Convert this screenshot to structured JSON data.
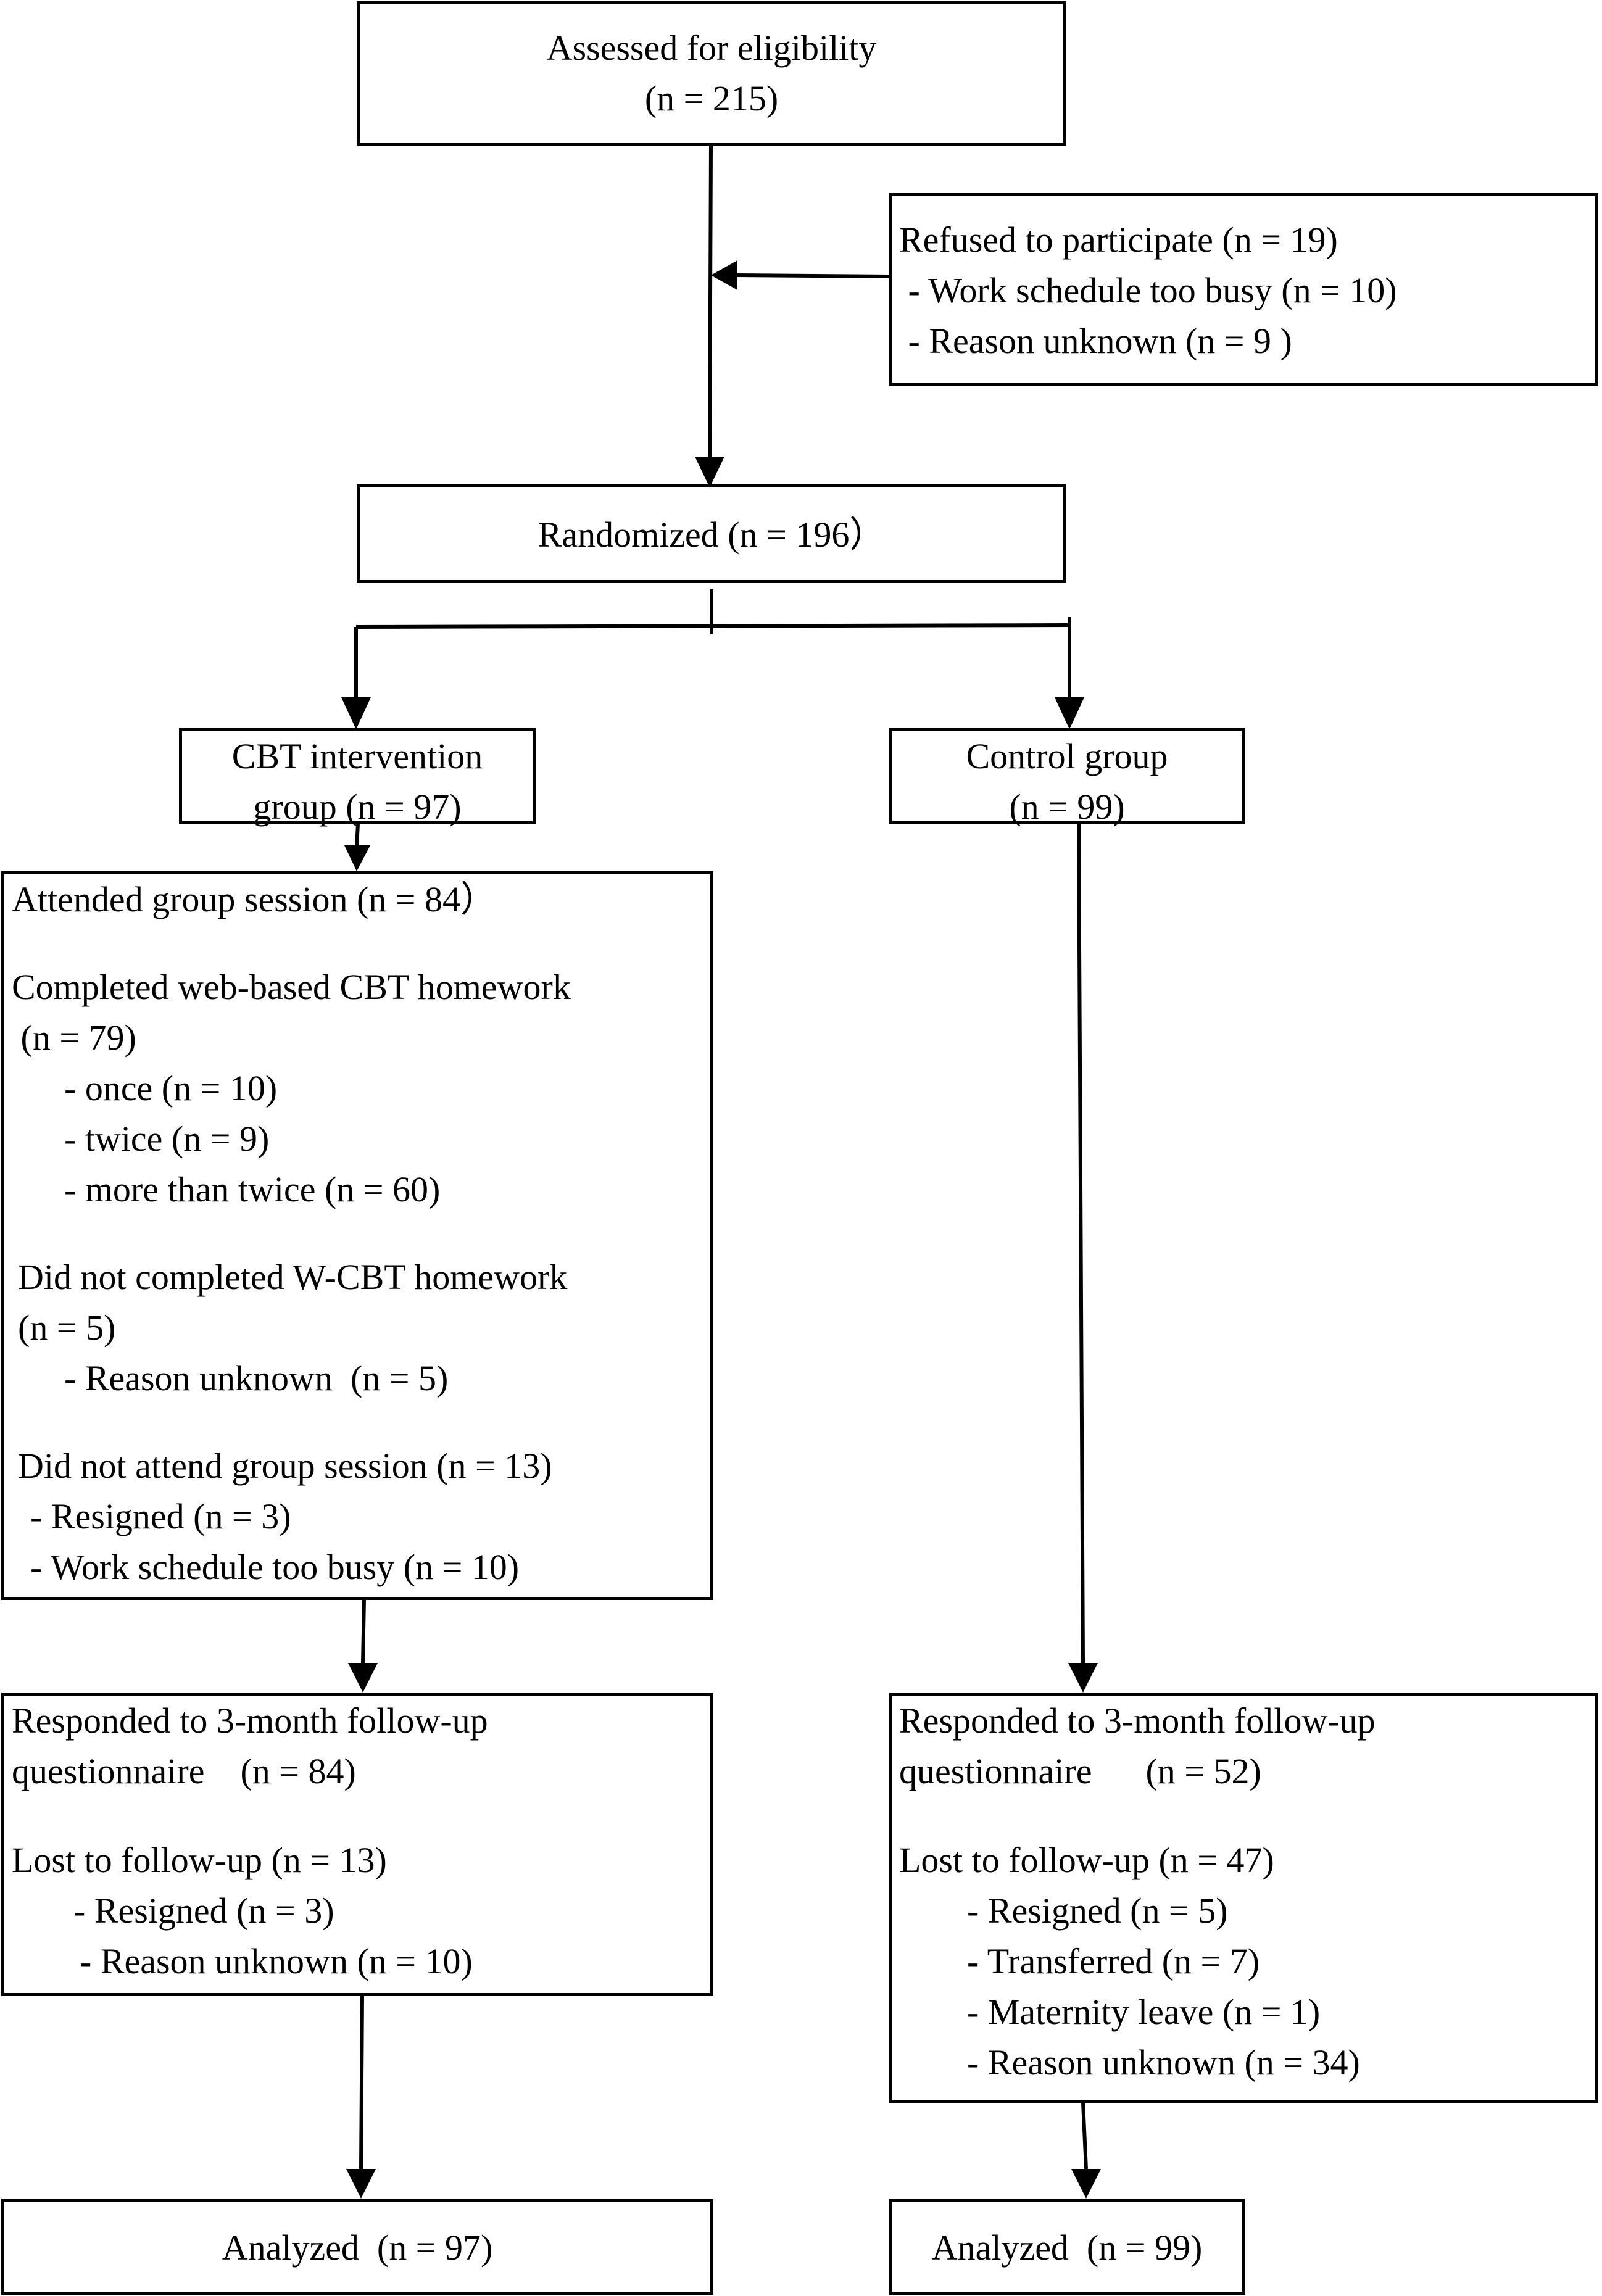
{
  "diagram": {
    "assessed": {
      "line1": "Assessed for eligibility",
      "line2": "(n = 215)"
    },
    "refused": {
      "title": "Refused to participate (n = 19)",
      "items": [
        " - Work schedule too busy (n = 10)",
        " - Reason unknown (n = 9 )"
      ]
    },
    "randomized": {
      "label": "Randomized (n = 196）"
    },
    "cbt_group": {
      "line1": "CBT intervention",
      "line2": "group (n = 97)"
    },
    "control_group": {
      "line1": "Control group",
      "line2": "(n = 99)"
    },
    "cbt_details": {
      "attended": "Attended group session (n = 84）",
      "completed_title": "Completed web-based CBT homework",
      "completed_n": " (n = 79)",
      "completed_items": [
        "- once (n = 10)",
        "- twice (n = 9)",
        "- more than twice (n = 60)"
      ],
      "not_completed_title": "Did not completed W-CBT homework",
      "not_completed_n": "(n = 5)",
      "not_completed_items": [
        "- Reason unknown  (n = 5)"
      ],
      "not_attended_title": "Did not attend group session (n = 13)",
      "not_attended_items": [
        "- Resigned (n = 3)",
        "- Work schedule too busy (n = 10)"
      ]
    },
    "cbt_followup": {
      "line1": "Responded to 3-month follow-up",
      "line2": "questionnaire    (n = 84)",
      "lost": "Lost to follow-up (n = 13)",
      "items": [
        "- Resigned (n = 3)",
        "- Reason unknown (n = 10)"
      ]
    },
    "control_followup": {
      "line1": "Responded to 3-month follow-up",
      "line2": "questionnaire      (n = 52)",
      "lost": "Lost to follow-up (n = 47)",
      "items": [
        "- Resigned (n = 5)",
        "- Transferred (n = 7)",
        "- Maternity leave (n = 1)",
        "- Reason unknown (n = 34)"
      ]
    },
    "cbt_analyzed": {
      "label": "Analyzed  (n = 97)"
    },
    "control_analyzed": {
      "label": "Analyzed  (n = 99)"
    },
    "colors": {
      "stroke": "#000000",
      "background": "#ffffff"
    }
  }
}
